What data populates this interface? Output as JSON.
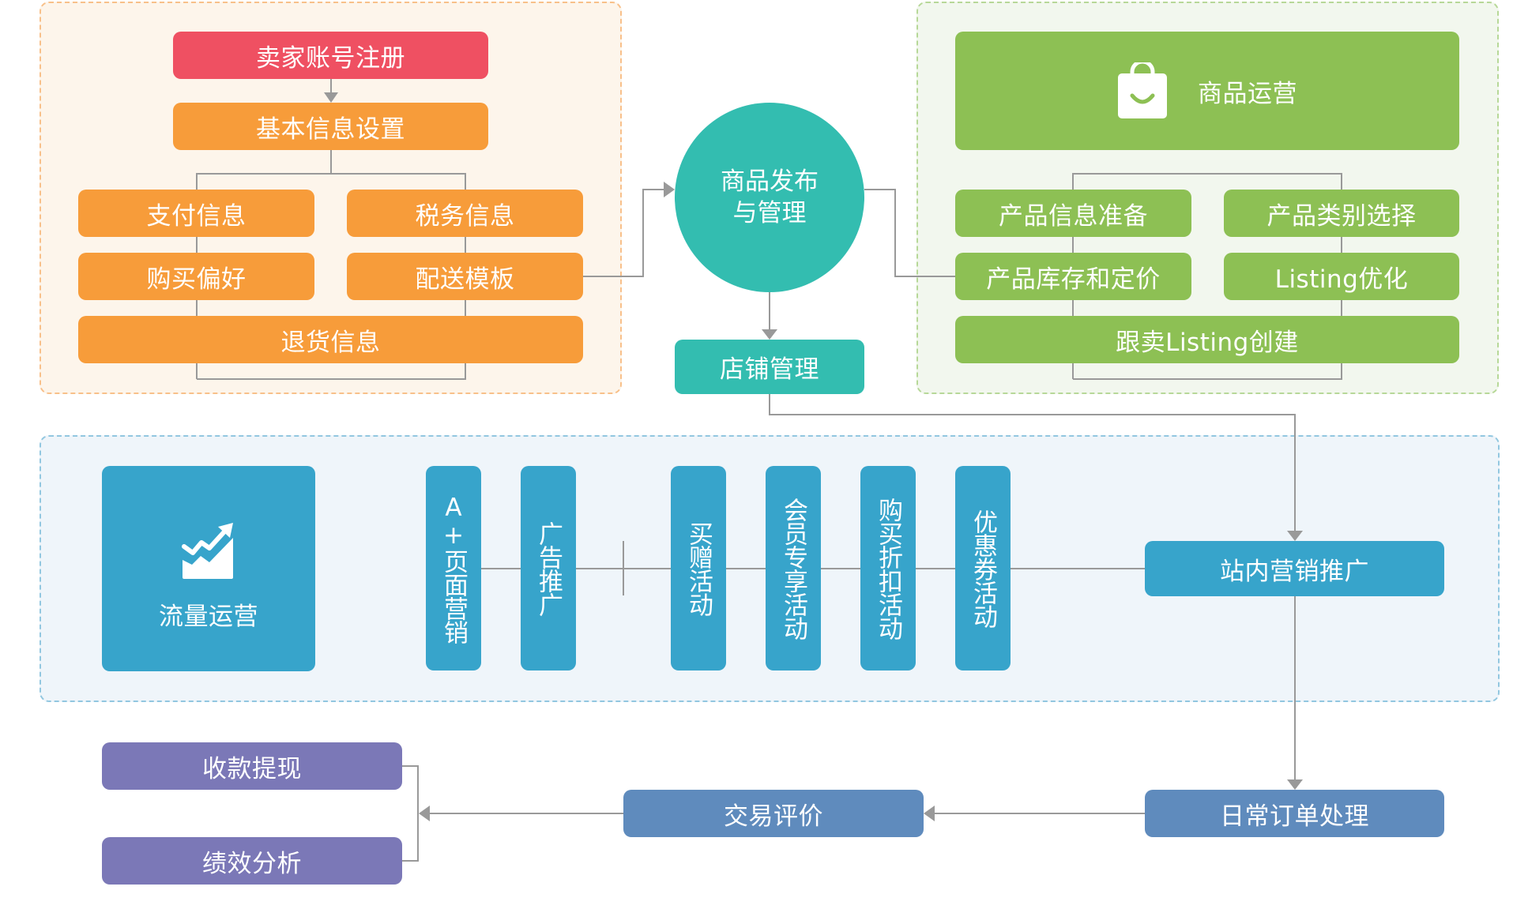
{
  "colors": {
    "register": "#EF5062",
    "setup": "#F79C3A",
    "publish": "#33BDB0",
    "product": "#8DC054",
    "traffic": "#37A4CB",
    "order": "#5F8BBD",
    "finance": "#7B78B7",
    "connector": "#999999"
  },
  "account_setup": {
    "register": "卖家账号注册",
    "basic_info": "基本信息设置",
    "payment_info": "支付信息",
    "tax_info": "税务信息",
    "purchase_preference": "购买偏好",
    "shipping_template": "配送模板",
    "return_info": "退货信息"
  },
  "publish": {
    "title_line1": "商品发布",
    "title_line2": "与管理",
    "store_management": "店铺管理"
  },
  "product_ops": {
    "title": "商品运营",
    "icon": "shopping-bag-icon",
    "items": [
      "产品信息准备",
      "产品类别选择",
      "产品库存和定价",
      "Listing优化",
      "跟卖Listing创建"
    ]
  },
  "traffic_ops": {
    "title": "流量运营",
    "icon": "rising-chart-icon",
    "activities": [
      "A+页面营销",
      "广告推广",
      "买赠活动",
      "会员专享活动",
      "购买折扣活动",
      "优惠券活动"
    ],
    "onsite_promotion": "站内营销推广"
  },
  "order_flow": {
    "daily_orders": "日常订单处理",
    "transaction_review": "交易评价",
    "payment_withdrawal": "收款提现",
    "performance_analysis": "绩效分析"
  }
}
